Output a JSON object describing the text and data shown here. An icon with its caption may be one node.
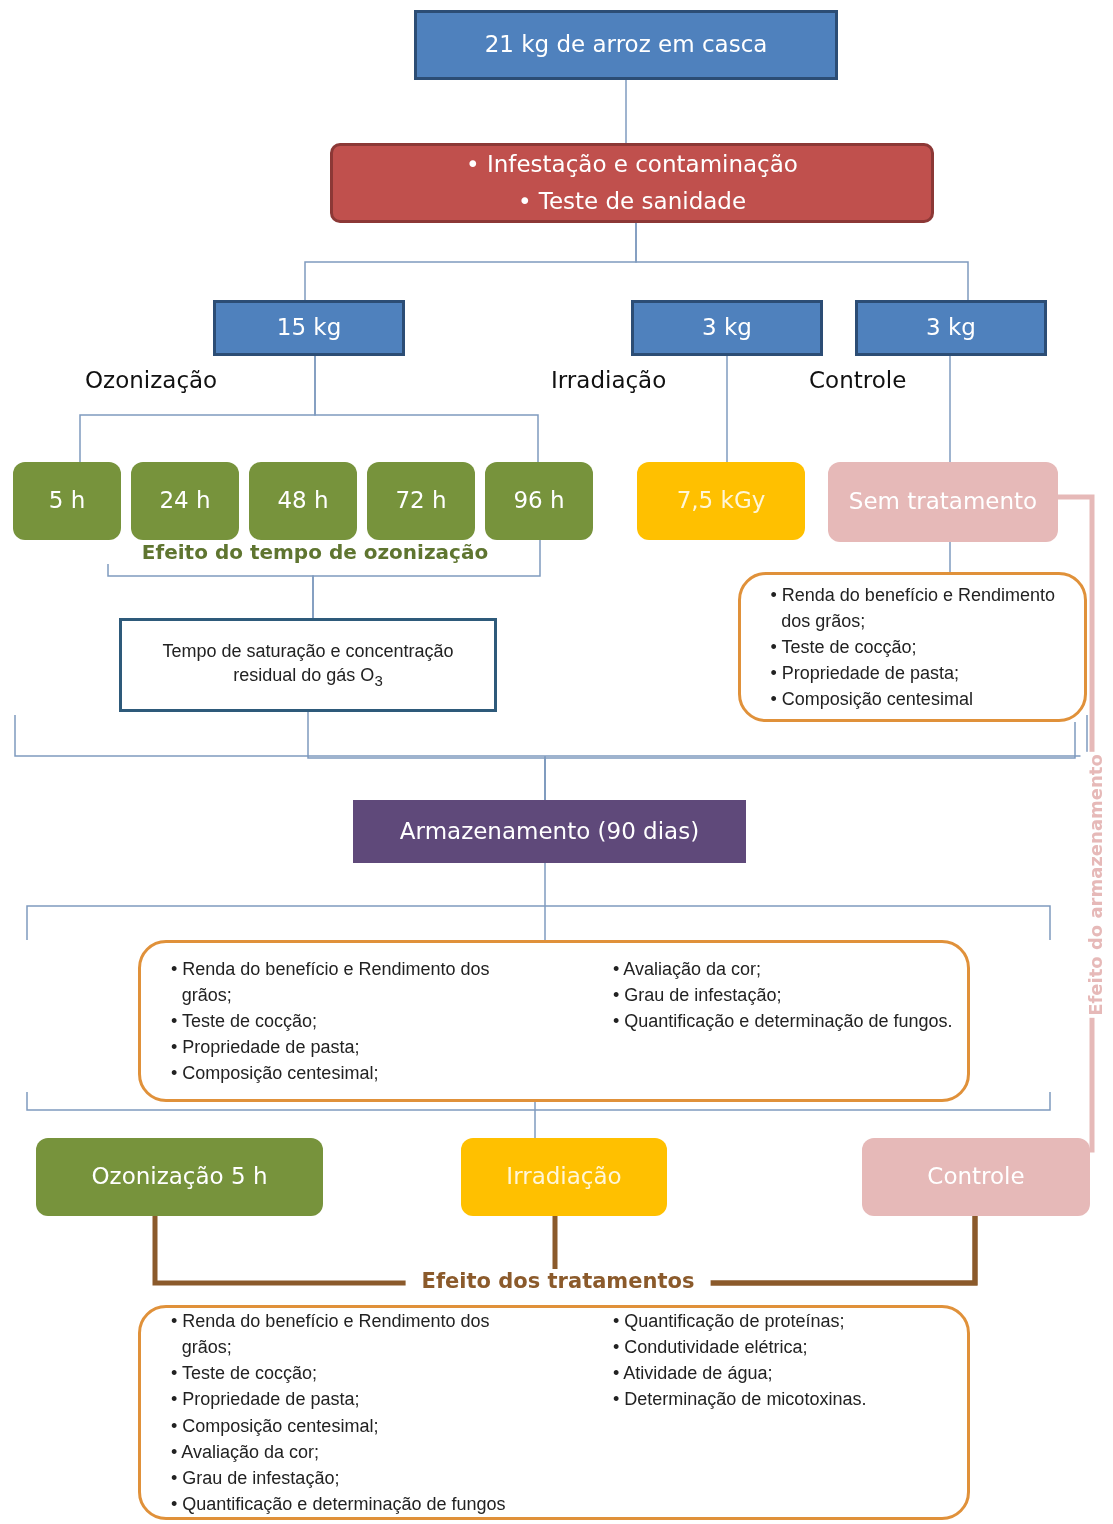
{
  "diagram": {
    "nodes": [
      {
        "text": [
          "21 kg de arroz em casca"
        ]
      },
      {
        "text": [
          "• Infestação e contaminação",
          "• Teste de sanidade"
        ]
      },
      {
        "text": [
          "15 kg"
        ],
        "beside": [
          "Ozonização"
        ]
      },
      {
        "text": [
          "3 kg"
        ],
        "beside": [
          "Irradiação"
        ]
      },
      {
        "text": [
          "3 kg"
        ],
        "beside": [
          "Controle"
        ]
      },
      {
        "text": [
          "5 h"
        ]
      },
      {
        "text": [
          "24 h"
        ]
      },
      {
        "text": [
          "48 h"
        ]
      },
      {
        "text": [
          "72 h"
        ]
      },
      {
        "text": [
          "96 h"
        ]
      },
      {
        "text": [
          "7,5 kGy"
        ]
      },
      {
        "text": [
          "Sem tratamento"
        ]
      },
      {
        "text": [
          "Tempo de saturação e concentração residual do gás O$_{3}$"
        ]
      },
      {
        "text": [
          "• Renda do benefício e Rendimento dos grãos;",
          "• Teste de cocção;",
          "• Propriedade de pasta;",
          "• Composição centesimal"
        ]
      },
      {
        "text": [
          "Armazenamento (90 dias)"
        ]
      },
      {
        "text": [
          "• Renda do benefício e Rendimento dos grãos;",
          "• Teste de cocção;",
          "• Propriedade de pasta;",
          "• Composição centesimal;",
          "• Avaliação da cor;",
          "• Grau de infestação;",
          "• Quantificação e determinação de fungos."
        ]
      },
      {
        "text": [
          "Ozonização 5 h"
        ]
      },
      {
        "text": [
          "Irradiação"
        ]
      },
      {
        "text": [
          "Controle"
        ]
      },
      {
        "text": [
          "• Renda do benefício e Rendimento dos grãos;",
          "• Teste de cocção;",
          "• Propriedade de pasta;",
          "• Composição centesimal;",
          "• Avaliação da cor;",
          "• Grau de infestação;",
          "• Quantificação e determinação de fungos",
          "• Quantificação de proteínas;",
          "• Condutividade elétrica;",
          "• Atividade de água;",
          "• Determinação de micotoxinas."
        ]
      }
    ],
    "edges": [
      {
        "from": 0,
        "to": 1,
        "arrow": "none"
      },
      {
        "from": 1,
        "to": 2,
        "arrow": "none"
      },
      {
        "from": 1,
        "to": 4,
        "arrow": "none"
      },
      {
        "from": 2,
        "to": 5,
        "arrow": "none"
      },
      {
        "from": 2,
        "to": 9,
        "arrow": "none"
      },
      {
        "from": 3,
        "to": 10,
        "arrow": "none"
      },
      {
        "from": 4,
        "to": 11,
        "arrow": "none"
      },
      {
        "from": 5,
        "to": 12,
        "arrow": "none"
      },
      {
        "from": 9,
        "to": 12,
        "arrow": "none"
      },
      {
        "from": 11,
        "to": 13,
        "arrow": "none"
      },
      {
        "from": 12,
        "to": 14,
        "arrow": "none"
      },
      {
        "from": 13,
        "to": 14,
        "arrow": "none"
      },
      {
        "from": 14,
        "to": 15,
        "arrow": "none"
      },
      {
        "from": 15,
        "to": 17,
        "arrow": "none"
      },
      {
        "from": 11,
        "to": 18,
        "arrow": "none",
        "label": "Efeito do armazenamento",
        "style": "thick",
        "color": "#e6b9b8"
      },
      {
        "from": 16,
        "to": 18,
        "arrow": "none",
        "label": "Efeito dos tratamentos",
        "style": "thick",
        "color": "#8b5a2b"
      },
      {
        "from": 17,
        "to": 18,
        "arrow": "none",
        "style": "thick",
        "color": "#8b5a2b"
      }
    ],
    "labels": [
      "Efeito do tempo de ozonização"
    ]
  }
}
